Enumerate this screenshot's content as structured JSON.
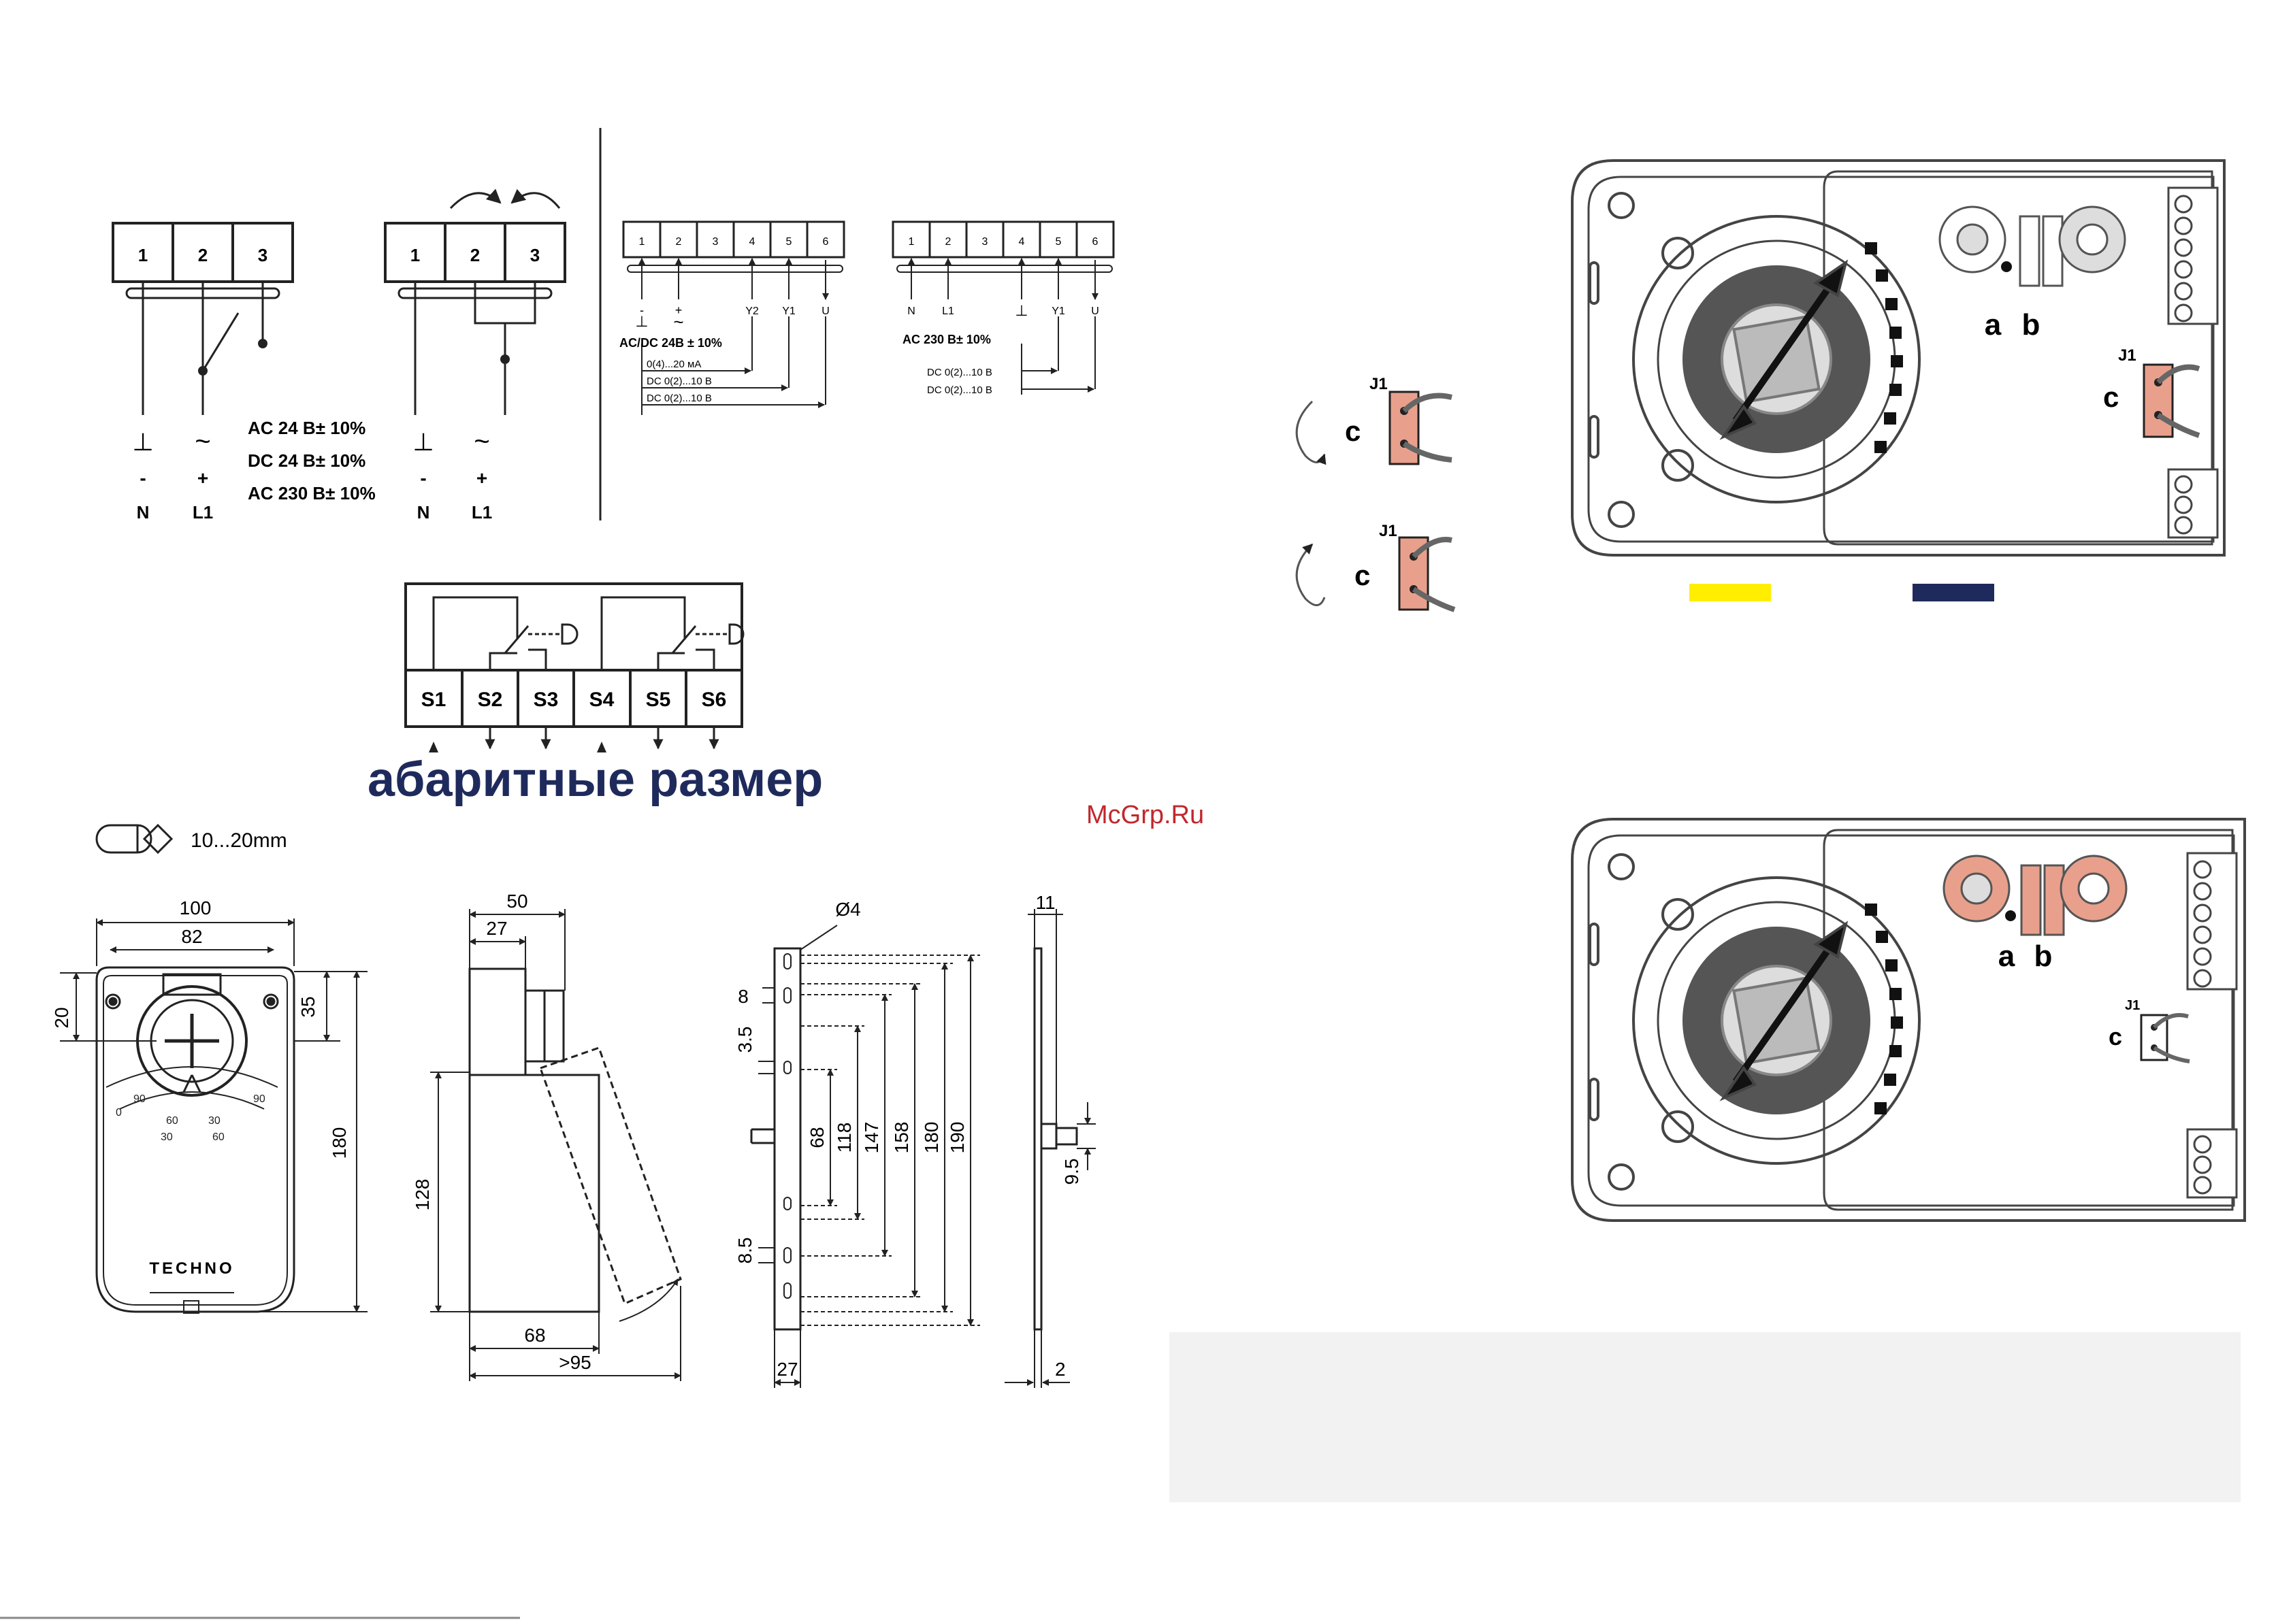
{
  "colors": {
    "navy": "#1f2a5c",
    "yellow": "#ffee00",
    "salmon": "#e8a08c",
    "line": "#222222",
    "gray": "#555555",
    "panel": "#f2f2f2"
  },
  "wiring1": {
    "terminals": [
      "1",
      "2",
      "3"
    ],
    "sym_left": "⊥",
    "sym_mid": "~",
    "pol_left": "-",
    "pol_mid": "+",
    "n": "N",
    "l1": "L1",
    "spec1": "AC 24 B± 10%",
    "spec2": "DC 24 B± 10%",
    "spec3": "AC 230 B± 10%"
  },
  "wiring2": {
    "terminals": [
      "1",
      "2",
      "3"
    ],
    "sym_left": "⊥",
    "sym_mid": "~",
    "pol_left": "-",
    "pol_mid": "+",
    "n": "N",
    "l1": "L1"
  },
  "wiring3": {
    "terminals": [
      "1",
      "2",
      "3",
      "4",
      "5",
      "6"
    ],
    "sym1": "⊥",
    "sym2": "~",
    "pol1": "-",
    "pol2": "+",
    "y2": "Y2",
    "y1": "Y1",
    "u": "U",
    "spec": "AC/DC 24B ± 10%",
    "sig1": "0(4)...20 мА",
    "sig2": "DC 0(2)...10 B",
    "sig3": "DC 0(2)...10 B"
  },
  "wiring4": {
    "terminals": [
      "1",
      "2",
      "3",
      "4",
      "5",
      "6"
    ],
    "n": "N",
    "l1": "L1",
    "sym4": "⊥",
    "y1": "Y1",
    "u": "U",
    "spec": "AC 230 B± 10%",
    "sig1": "DC 0(2)...10 B",
    "sig2": "DC 0(2)...10 B"
  },
  "switches": {
    "terminals": [
      "S1",
      "S2",
      "S3",
      "S4",
      "S5",
      "S6"
    ]
  },
  "heading": "абаритные размер",
  "watermark": "McGrp.Ru",
  "shaft": {
    "range": "10...20mm"
  },
  "front_view": {
    "w100": "100",
    "w82": "82",
    "h20": "20",
    "h35": "35",
    "h180": "180",
    "brand": "TECHNO",
    "scale_a": "90",
    "scale_b": "60",
    "scale_c": "30",
    "scale_d": "0",
    "scale_e": "30",
    "scale_f": "60",
    "scale_g": "90"
  },
  "side_view": {
    "d50": "50",
    "d27": "27",
    "d128": "128",
    "d68": "68",
    "d95": ">95"
  },
  "bracket_view": {
    "dia": "Ø4",
    "d8": "8",
    "d35": "3.5",
    "d68": "68",
    "d118": "118",
    "d147": "147",
    "d158": "158",
    "d180": "180",
    "d190": "190",
    "d85": "8.5",
    "d27": "27"
  },
  "plate_view": {
    "d11": "11",
    "d95": "9.5",
    "d2": "2"
  },
  "panel1": {
    "j1_top": "J1",
    "c_top": "c",
    "j1_bot": "J1",
    "c_bot": "c",
    "a": "a",
    "b": "b",
    "j1_right": "J1",
    "c_right": "c"
  },
  "panel2": {
    "a": "a",
    "b": "b",
    "j1": "J1",
    "c": "c"
  }
}
